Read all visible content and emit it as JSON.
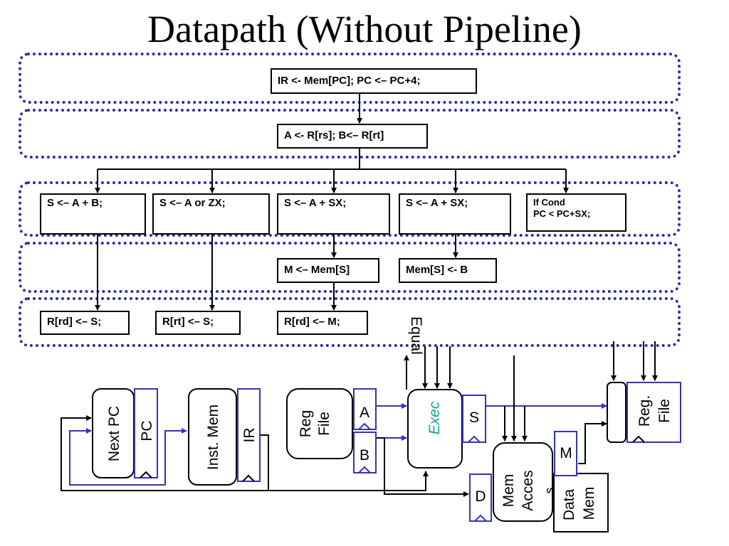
{
  "title": "Datapath (Without Pipeline)",
  "states": {
    "fetch": "IR <- Mem[PC]; PC <– PC+4;",
    "decode": "A <- R[rs]; B<– R[rt]",
    "exec_add": "S <– A + B;",
    "exec_or": "S <– A or ZX;",
    "exec_addsx_load": "S <– A + SX;",
    "exec_addsx_store": "S <– A + SX;",
    "branch_line1": "If Cond",
    "branch_line2": "PC < PC+SX;",
    "mem_load": "M <– Mem[S]",
    "mem_store": "Mem[S] <- B",
    "wb_rd_s": "R[rd] <– S;",
    "wb_rt_s": "R[rt] <– S;",
    "wb_rd_m": "R[rd] <– M;"
  },
  "datapath": {
    "next_pc": "Next PC",
    "pc": "PC",
    "inst_mem": "Inst. Mem",
    "ir": "IR",
    "reg_file_line1": "Reg",
    "reg_file_line2": "File",
    "a": "A",
    "b": "B",
    "exec": "Exec",
    "s": "S",
    "equal": "Equal",
    "d": "D",
    "mem_access_line1": "Mem",
    "mem_access_line2": "Acces",
    "mem_access_line3": "s",
    "data_mem_line1": "Data",
    "data_mem_line2": "Mem",
    "m": "M",
    "reg_file_wb_line1": "Reg.",
    "reg_file_wb_line2": "File"
  },
  "colors": {
    "band_border": "#2a2ab0",
    "datapath_line": "#3333bb",
    "exec_text": "#11aa99"
  }
}
